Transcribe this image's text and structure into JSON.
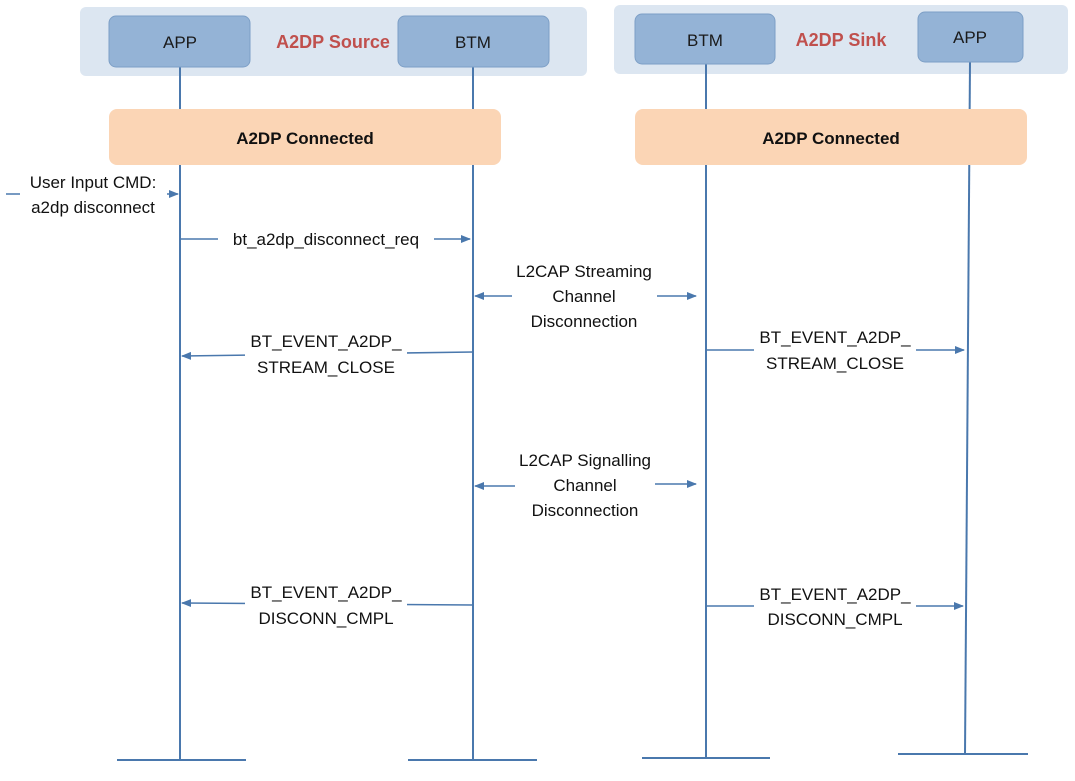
{
  "source": {
    "role_label": "A2DP Source",
    "app_label": "APP",
    "btm_label": "BTM",
    "state_label": "A2DP Connected"
  },
  "sink": {
    "role_label": "A2DP Sink",
    "btm_label": "BTM",
    "app_label": "APP",
    "state_label": "A2DP Connected"
  },
  "messages": {
    "user_input": [
      "User Input CMD:",
      "a2dp disconnect"
    ],
    "disconnect_req": "bt_a2dp_disconnect_req",
    "l2cap_streaming": [
      "L2CAP Streaming",
      "Channel",
      "Disconnection"
    ],
    "source_stream_close": [
      "BT_EVENT_A2DP_",
      "STREAM_CLOSE"
    ],
    "sink_stream_close": [
      "BT_EVENT_A2DP_",
      "STREAM_CLOSE"
    ],
    "l2cap_signalling": [
      "L2CAP Signalling",
      "Channel",
      "Disconnection"
    ],
    "source_disconn_cmpl": [
      "BT_EVENT_A2DP_",
      "DISCONN_CMPL"
    ],
    "sink_disconn_cmpl": [
      "BT_EVENT_A2DP_",
      "DISCONN_CMPL"
    ]
  },
  "colors": {
    "line": "#4a78ad",
    "actor_box": "#94b3d6",
    "group_background": "#dce6f1",
    "state_box": "#fbd5b5",
    "role_text": "#c0504d"
  }
}
